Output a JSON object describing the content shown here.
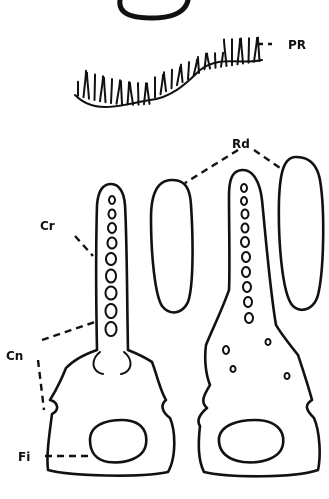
{
  "labels": {
    "pr": "PR",
    "rd": "Rd",
    "cr": "Cr",
    "cn": "Cn",
    "fi": "Fi"
  }
}
